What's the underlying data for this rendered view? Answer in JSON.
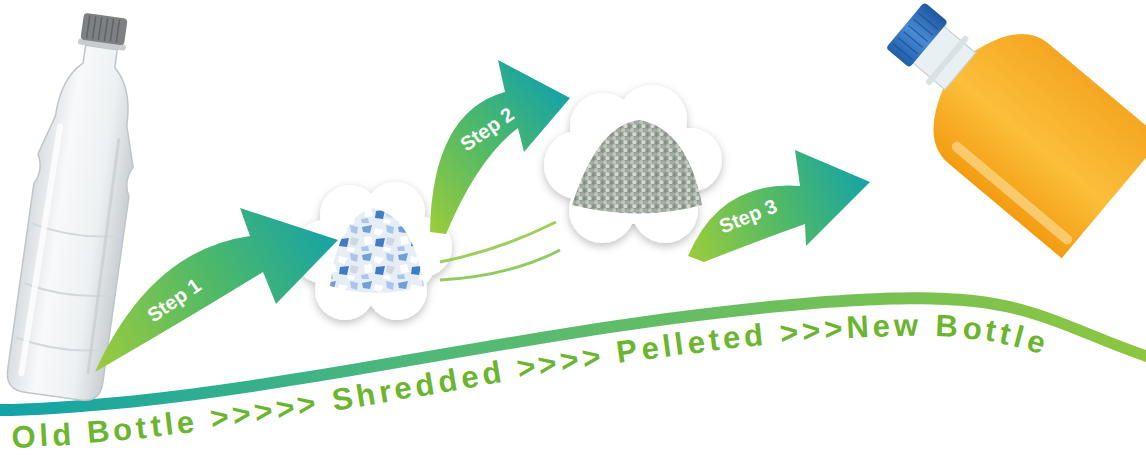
{
  "diagram": {
    "labels": [
      "Step 1",
      "Step 2",
      "Step 3",
      "Old Bottle >>>>> Shredded >>>> Pelleted >>>New Bottle"
    ]
  }
}
